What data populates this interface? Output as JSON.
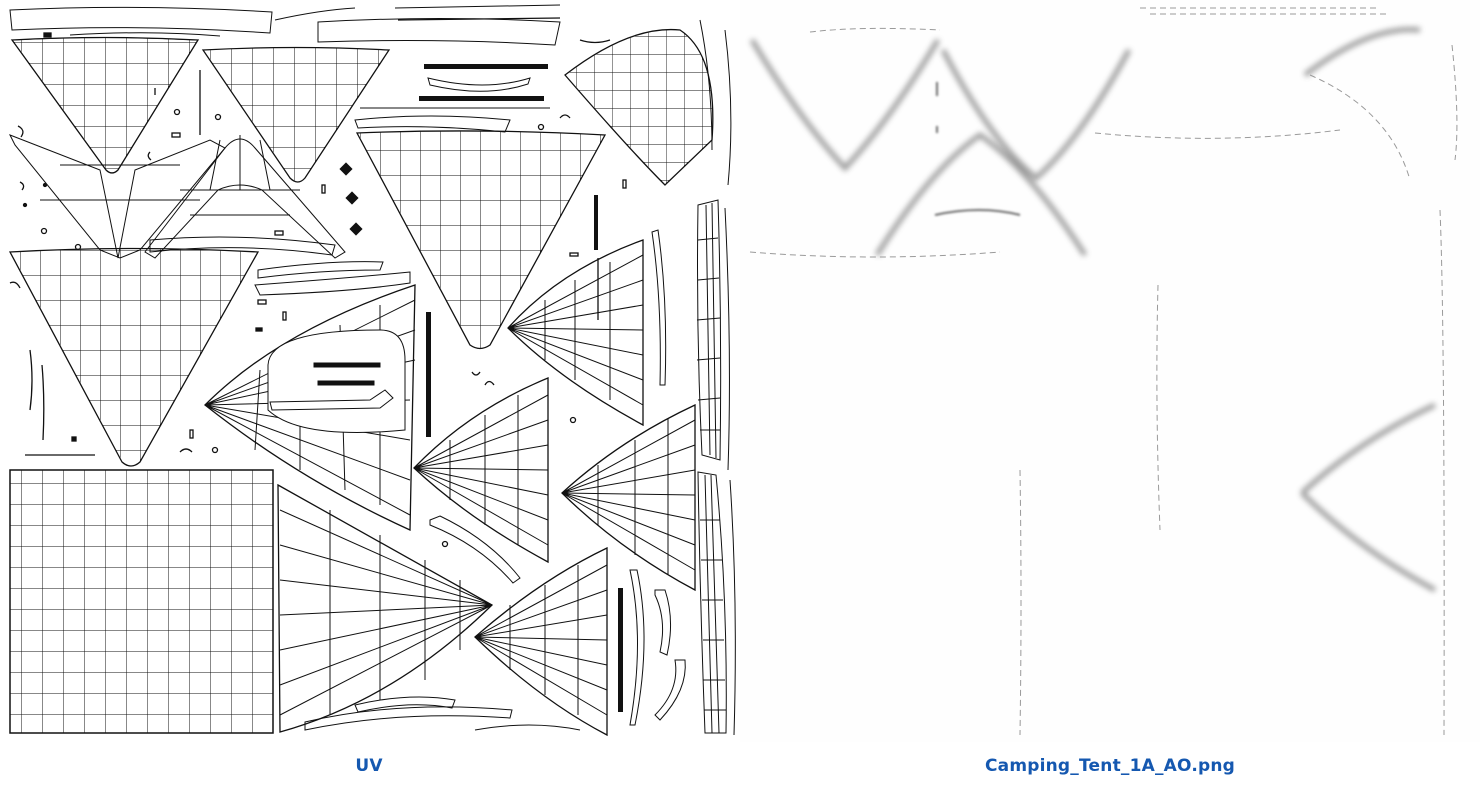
{
  "panels": [
    {
      "id": "uv",
      "caption": "UV",
      "content": "uv-wireframe-layout"
    },
    {
      "id": "ao",
      "caption": "Camping_Tent_1A_AO.png",
      "content": "ambient-occlusion-texture"
    }
  ],
  "colors": {
    "caption": "#1558b0",
    "wire": "#111111",
    "background": "#ffffff",
    "ao_shadow": "#6a6a6a"
  }
}
